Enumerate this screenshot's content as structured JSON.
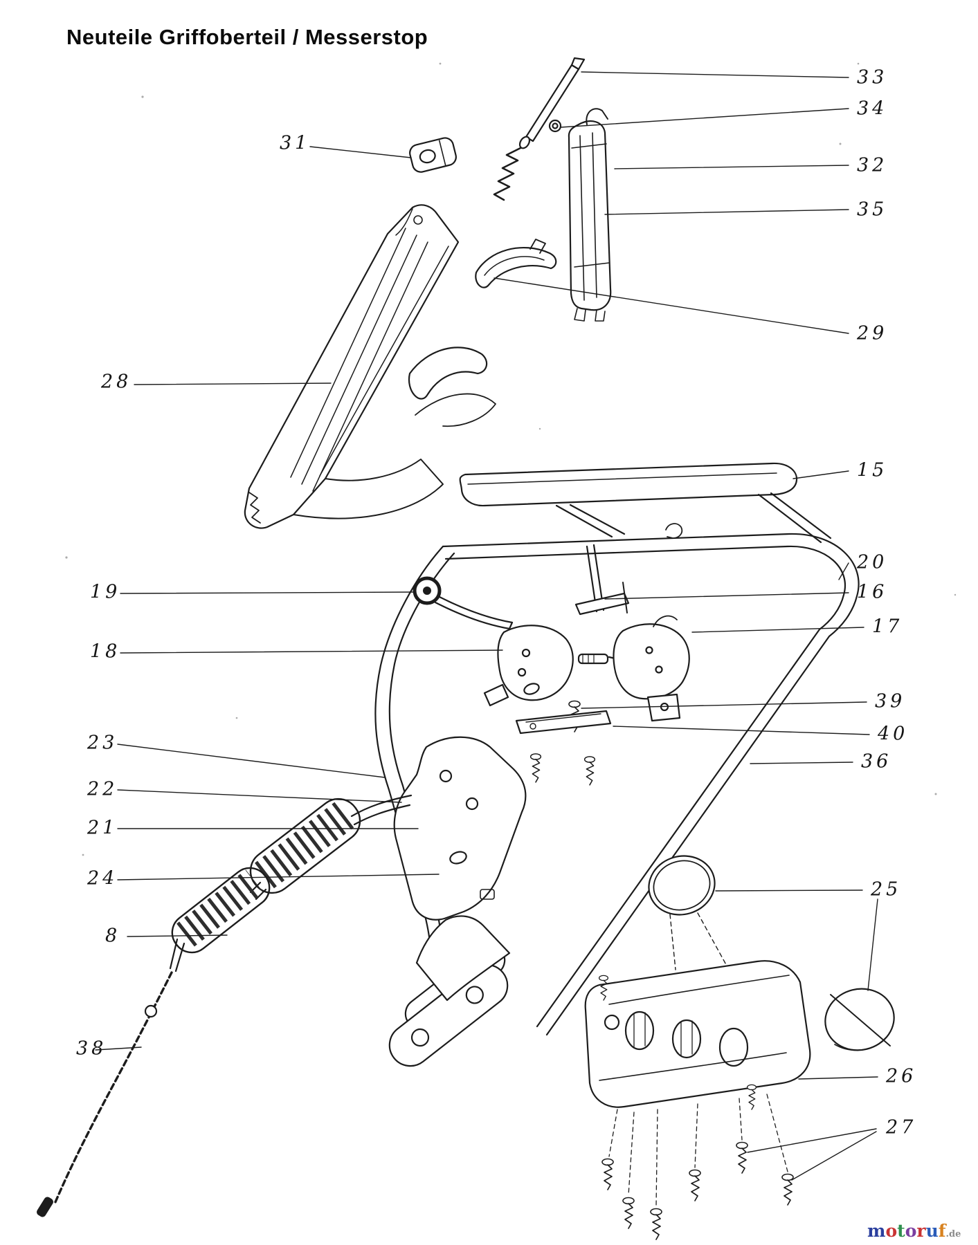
{
  "page": {
    "title": "Neuteile Griffoberteil / Messerstop",
    "ink": "#1c1c1c",
    "background": "#ffffff"
  },
  "diagram": {
    "type": "exploded-parts-diagram"
  },
  "callouts": [
    {
      "label": "33"
    },
    {
      "label": "34"
    },
    {
      "label": "31"
    },
    {
      "label": "32"
    },
    {
      "label": "35"
    },
    {
      "label": "29"
    },
    {
      "label": "28"
    },
    {
      "label": "15"
    },
    {
      "label": "20"
    },
    {
      "label": "19"
    },
    {
      "label": "16"
    },
    {
      "label": "17"
    },
    {
      "label": "18"
    },
    {
      "label": "39"
    },
    {
      "label": "23"
    },
    {
      "label": "40"
    },
    {
      "label": "36"
    },
    {
      "label": "22"
    },
    {
      "label": "21"
    },
    {
      "label": "24"
    },
    {
      "label": "8"
    },
    {
      "label": "25"
    },
    {
      "label": "38"
    },
    {
      "label": "26"
    },
    {
      "label": "27"
    }
  ],
  "watermark": {
    "letters": [
      {
        "ch": "m",
        "color": "#2b3f9e"
      },
      {
        "ch": "o",
        "color": "#c93434"
      },
      {
        "ch": "t",
        "color": "#2f8f4e"
      },
      {
        "ch": "o",
        "color": "#7a3da0"
      },
      {
        "ch": "r",
        "color": "#c93434"
      },
      {
        "ch": "u",
        "color": "#2b5cb8"
      },
      {
        "ch": "f",
        "color": "#d8821f"
      }
    ],
    "suffix": ".de",
    "suffix_color": "#8b8b8b"
  }
}
